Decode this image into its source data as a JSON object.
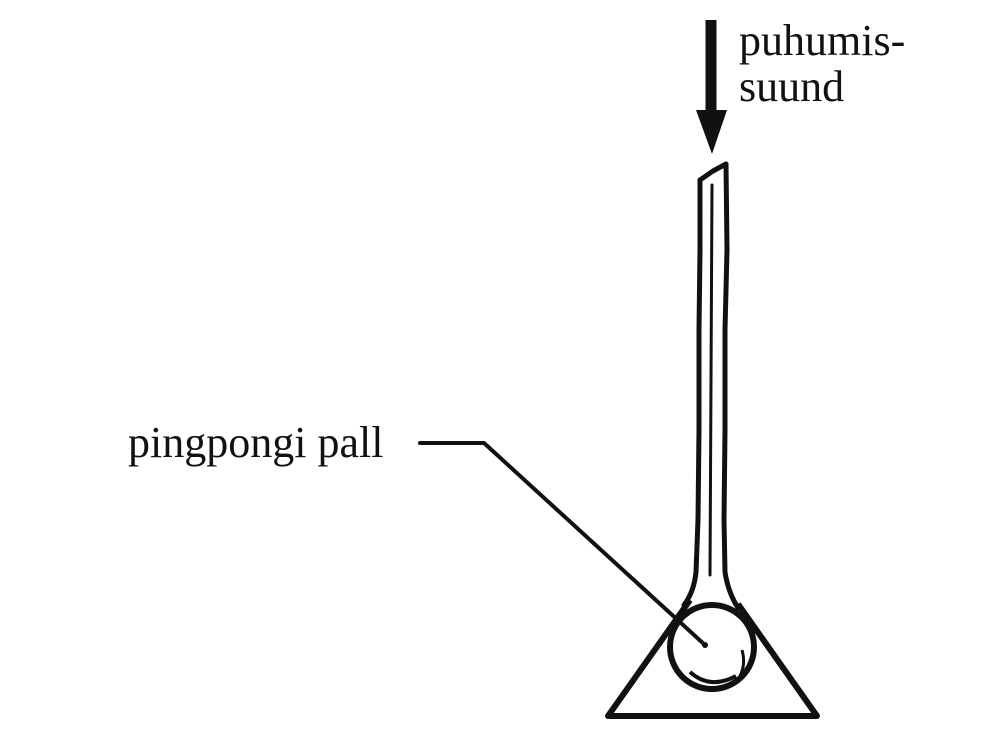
{
  "diagram": {
    "labels": {
      "blow_direction_line1": "puhumis-",
      "blow_direction_line2": "suund",
      "ball": "pingpongi pall"
    }
  },
  "colors": {
    "ink": "#111111",
    "background": "#ffffff"
  }
}
